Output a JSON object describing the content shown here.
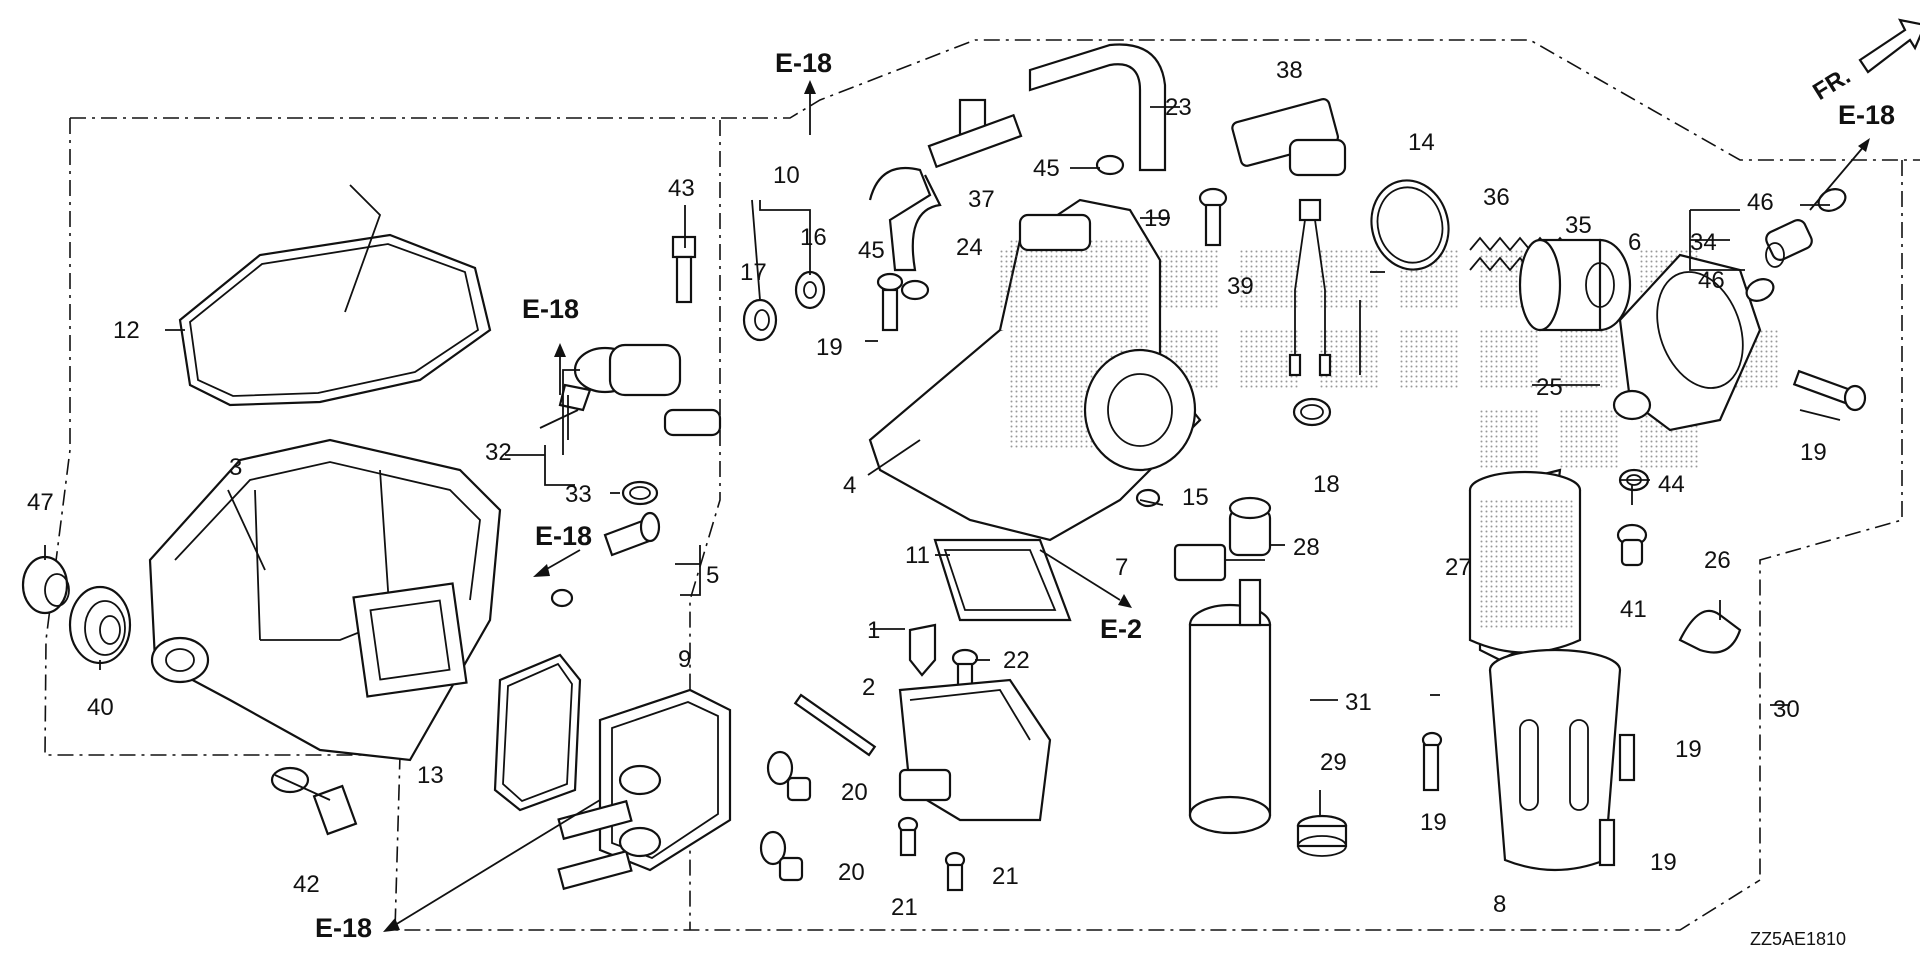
{
  "diagram": {
    "drawing_code": "ZZ5AE1810",
    "front_marker": "FR.",
    "refs": {
      "e18_top": "E-18",
      "e18_right": "E-18",
      "e18_left_mid": "E-18",
      "e18_left_low": "E-18",
      "e18_bottom": "E-18",
      "e2": "E-2"
    },
    "labels": {
      "p1": "1",
      "p2": "2",
      "p3": "3",
      "p4": "4",
      "p5": "5",
      "p6": "6",
      "p7": "7",
      "p8": "8",
      "p9": "9",
      "p10": "10",
      "p11": "11",
      "p12": "12",
      "p13": "13",
      "p14": "14",
      "p15": "15",
      "p16": "16",
      "p17": "17",
      "p18": "18",
      "p19a": "19",
      "p19b": "19",
      "p19c": "19",
      "p19d": "19",
      "p19e": "19",
      "p19f": "19",
      "p20a": "20",
      "p20b": "20",
      "p21a": "21",
      "p21b": "21",
      "p22": "22",
      "p23": "23",
      "p24": "24",
      "p25": "25",
      "p26": "26",
      "p27": "27",
      "p28": "28",
      "p29": "29",
      "p30": "30",
      "p31": "31",
      "p32": "32",
      "p33": "33",
      "p34": "34",
      "p35": "35",
      "p36": "36",
      "p37": "37",
      "p38": "38",
      "p39": "39",
      "p40": "40",
      "p41": "41",
      "p42": "42",
      "p43": "43",
      "p44": "44",
      "p45a": "45",
      "p45b": "45",
      "p46a": "46",
      "p46b": "46",
      "p47": "47"
    }
  }
}
